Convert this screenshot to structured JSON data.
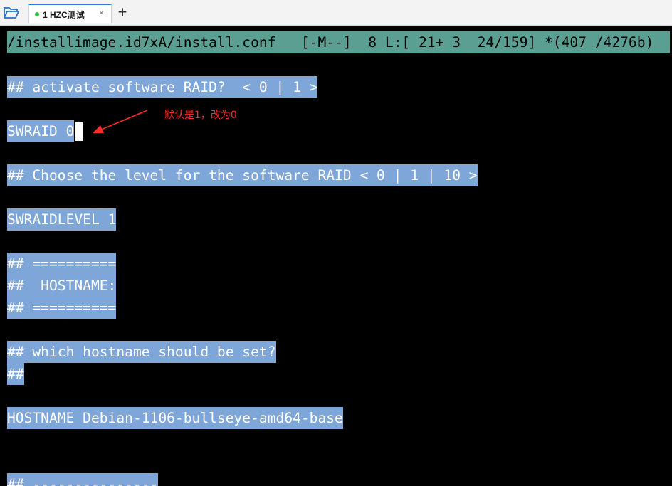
{
  "tabbar": {
    "folder_icon": "folder-open-icon",
    "tab": {
      "label": "1 HZC测试",
      "status_color": "#29c23a",
      "close_glyph": "×"
    },
    "add_tab_glyph": "+"
  },
  "terminal": {
    "status_bar": "/installimage.id7xA/install.conf   [-M--]  8 L:[ 21+ 3  24/159] *(407 /4276b)",
    "lines": [
      "## activate software RAID?  < 0 | 1 >",
      "SWRAID 0",
      "## Choose the level for the software RAID < 0 | 1 | 10 >",
      "SWRAIDLEVEL 1",
      "## ==========",
      "##  HOSTNAME:",
      "## ==========",
      "## which hostname should be set?",
      "##",
      "HOSTNAME Debian-1106-bullseye-amd64-base",
      "## ---------------"
    ],
    "colors": {
      "selection": "#7fa6d9",
      "status_bar": "#5a9f92",
      "annotation": "#ff2b2b"
    }
  },
  "annotation": {
    "text": "默认是1，改为0"
  }
}
